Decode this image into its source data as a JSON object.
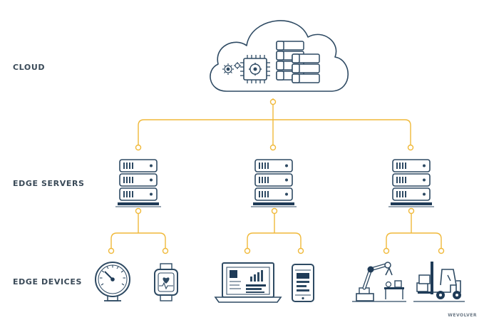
{
  "labels": {
    "cloud": "CLOUD",
    "edge_servers": "EDGE SERVERS",
    "edge_devices": "EDGE DEVICES"
  },
  "brand": "WEVOLVER",
  "colors": {
    "connector": "#f0b93a",
    "stroke": "#2e4a63",
    "dark": "#1f3b57",
    "text": "#3a4a58"
  },
  "icons": {
    "cloud": [
      "cloud-icon",
      "gears-icon",
      "processor-chip-icon",
      "database-stack-icon"
    ],
    "servers": [
      "server-rack-icon",
      "server-rack-icon",
      "server-rack-icon"
    ],
    "devices": [
      "pressure-gauge-icon",
      "smartwatch-icon",
      "laptop-dashboard-icon",
      "tablet-icon",
      "robot-arm-icon",
      "forklift-icon"
    ]
  }
}
